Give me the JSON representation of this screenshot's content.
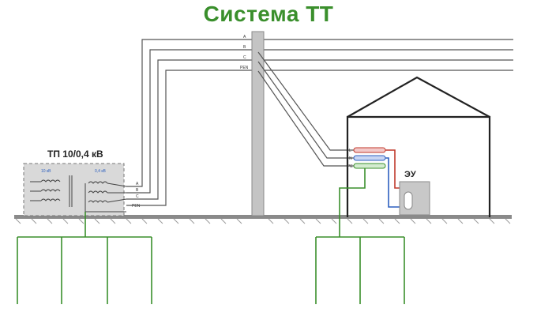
{
  "title": "Система ТТ",
  "substation": {
    "label": "ТП 10/0,4 кВ",
    "hv_label": "10 кВ",
    "lv_label": "0,4 кВ",
    "terminal_labels": [
      "A",
      "B",
      "C",
      "PEN"
    ]
  },
  "pole": {
    "conductor_labels": [
      "A",
      "B",
      "C",
      "PEN"
    ]
  },
  "building": {
    "conductor_labels": [
      "L",
      "N",
      "PE"
    ],
    "equipment_label": "ЭУ"
  },
  "colors": {
    "title": "#3a8f2c",
    "ground_electrode": "#3a8f2c",
    "phase_conductor": "#c0392b",
    "neutral_conductor": "#2c5fbf",
    "line": "#555555",
    "substation_fill": "#d9d9d9"
  }
}
